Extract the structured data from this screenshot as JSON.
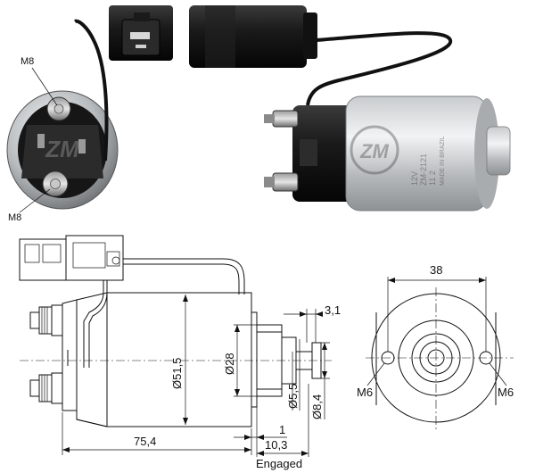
{
  "photo": {
    "terminal_label_top": "M8",
    "terminal_label_bottom": "M8",
    "body_print": [
      "ZM",
      "12V",
      "ZM-2121",
      "11 2",
      "MADE IN BRAZIL"
    ]
  },
  "side_view": {
    "dim_length": "75,4",
    "dim_diameter_body": "Ø51,5",
    "dim_diameter_nose": "Ø28",
    "dim_plunger": "Ø5,5",
    "dim_plunger_head": "Ø8,4",
    "dim_head_width": "3,1",
    "dim_gap": "1",
    "dim_travel": "10,3",
    "note_engaged": "Engaged"
  },
  "front_view": {
    "dim_hole_spacing": "38",
    "label_hole_left": "M6",
    "label_hole_right": "M6"
  }
}
